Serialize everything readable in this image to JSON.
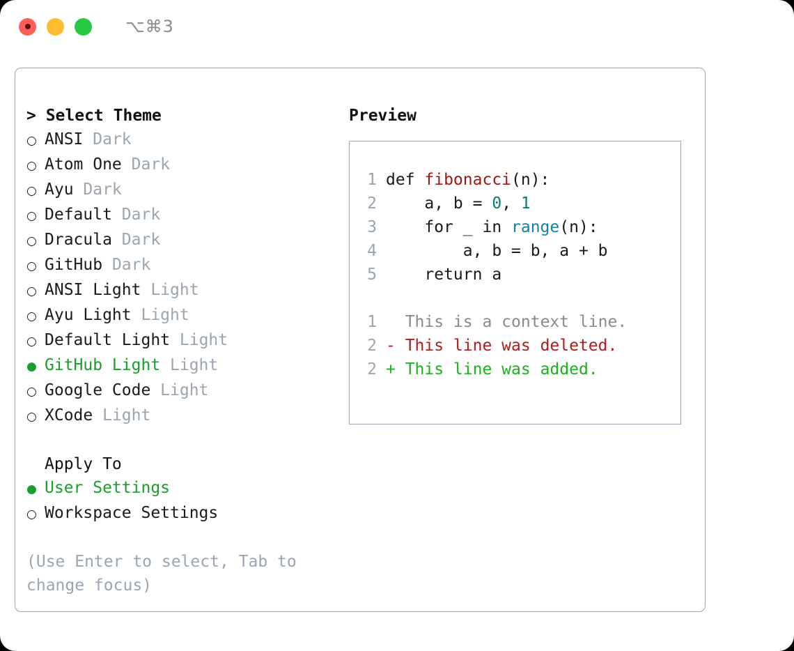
{
  "titlebar": {
    "shortcut": "⌥⌘3",
    "lights": [
      "close",
      "minimize",
      "zoom"
    ]
  },
  "theme_panel": {
    "header": "> Select Theme",
    "focused": true,
    "items": [
      {
        "name": "ANSI",
        "variant": "Dark",
        "selected": false
      },
      {
        "name": "Atom One",
        "variant": "Dark",
        "selected": false
      },
      {
        "name": "Ayu",
        "variant": "Dark",
        "selected": false
      },
      {
        "name": "Default",
        "variant": "Dark",
        "selected": false
      },
      {
        "name": "Dracula",
        "variant": "Dark",
        "selected": false
      },
      {
        "name": "GitHub",
        "variant": "Dark",
        "selected": false
      },
      {
        "name": "ANSI Light",
        "variant": "Light",
        "selected": false
      },
      {
        "name": "Ayu Light",
        "variant": "Light",
        "selected": false
      },
      {
        "name": "Default Light",
        "variant": "Light",
        "selected": false
      },
      {
        "name": "GitHub Light",
        "variant": "Light",
        "selected": true
      },
      {
        "name": "Google Code",
        "variant": "Light",
        "selected": false
      },
      {
        "name": "XCode",
        "variant": "Light",
        "selected": false
      }
    ]
  },
  "apply_to": {
    "header": "Apply To",
    "items": [
      {
        "name": "User Settings",
        "selected": true
      },
      {
        "name": "Workspace Settings",
        "selected": false
      }
    ]
  },
  "hint": "(Use Enter to select, Tab to change focus)",
  "preview": {
    "title": "Preview",
    "code_lines": [
      {
        "no": "1",
        "segments": [
          {
            "text": "def ",
            "token": "plain"
          },
          {
            "text": "fibonacci",
            "token": "fn"
          },
          {
            "text": "(n):",
            "token": "plain"
          }
        ]
      },
      {
        "no": "2",
        "segments": [
          {
            "text": "    a, b = ",
            "token": "plain"
          },
          {
            "text": "0",
            "token": "num"
          },
          {
            "text": ", ",
            "token": "plain"
          },
          {
            "text": "1",
            "token": "num"
          }
        ]
      },
      {
        "no": "3",
        "segments": [
          {
            "text": "    for _ in ",
            "token": "plain"
          },
          {
            "text": "range",
            "token": "call"
          },
          {
            "text": "(n):",
            "token": "plain"
          }
        ]
      },
      {
        "no": "4",
        "segments": [
          {
            "text": "        a, b = b, a + b",
            "token": "plain"
          }
        ]
      },
      {
        "no": "5",
        "segments": [
          {
            "text": "    return a",
            "token": "plain"
          }
        ]
      }
    ],
    "diff_lines": [
      {
        "no": "1",
        "marker": " ",
        "text": "This is a context line.",
        "kind": "context"
      },
      {
        "no": "2",
        "marker": "-",
        "text": "This line was deleted.",
        "kind": "deleted"
      },
      {
        "no": "2",
        "marker": "+",
        "text": "This line was added.",
        "kind": "added"
      }
    ]
  },
  "colors": {
    "accent_green": "#16a02c",
    "muted": "#9aa5b1",
    "border": "#9aa5b1",
    "text": "#1a1a1a",
    "syntax_function": "#a31515",
    "syntax_number": "#0d7d6b",
    "syntax_call": "#1480a8",
    "diff_deleted": "#b01b1b",
    "diff_added": "#19b319",
    "light_red": "#ff5f57",
    "light_amber": "#febc2e",
    "light_green": "#28c840"
  }
}
